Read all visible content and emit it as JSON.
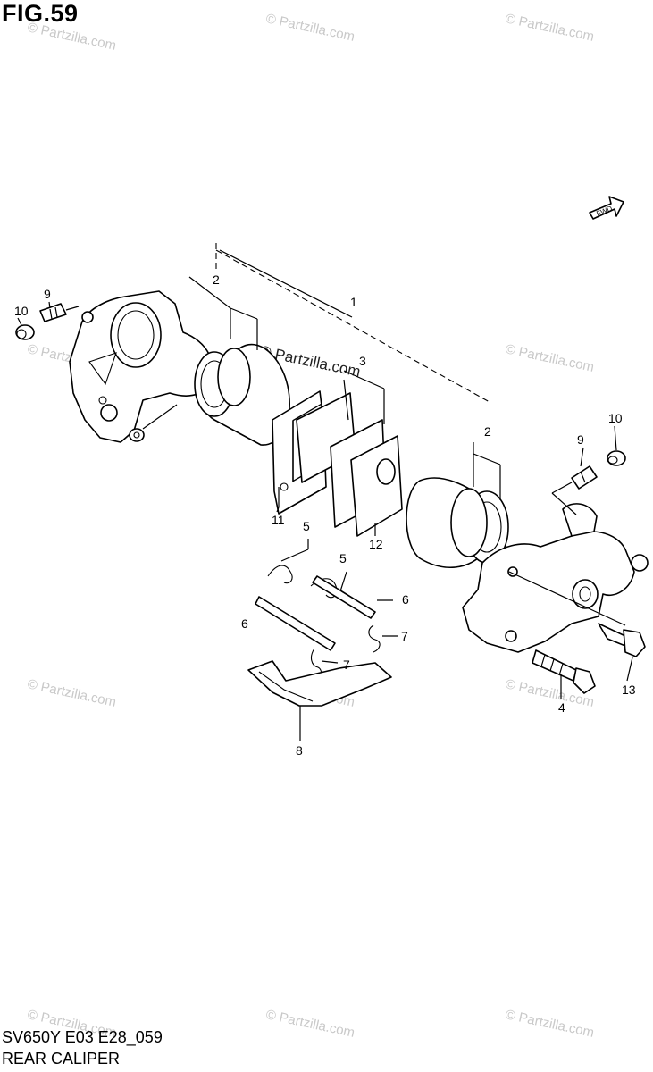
{
  "figure": {
    "title": "FIG.59",
    "code": "SV650Y E03 E28_059",
    "name": "REAR CALIPER"
  },
  "watermarks": {
    "light": "© Partzilla.com",
    "dark": "© Partzilla.com"
  },
  "front_indicator": "FWD",
  "callouts": [
    {
      "id": "c1",
      "label": "1"
    },
    {
      "id": "c2a",
      "label": "2"
    },
    {
      "id": "c2b",
      "label": "2"
    },
    {
      "id": "c3",
      "label": "3"
    },
    {
      "id": "c4",
      "label": "4"
    },
    {
      "id": "c5a",
      "label": "5"
    },
    {
      "id": "c5b",
      "label": "5"
    },
    {
      "id": "c6a",
      "label": "6"
    },
    {
      "id": "c6b",
      "label": "6"
    },
    {
      "id": "c7a",
      "label": "7"
    },
    {
      "id": "c7b",
      "label": "7"
    },
    {
      "id": "c8",
      "label": "8"
    },
    {
      "id": "c9a",
      "label": "9"
    },
    {
      "id": "c9b",
      "label": "9"
    },
    {
      "id": "c10a",
      "label": "10"
    },
    {
      "id": "c10b",
      "label": "10"
    },
    {
      "id": "c11",
      "label": "11"
    },
    {
      "id": "c12",
      "label": "12"
    },
    {
      "id": "c13",
      "label": "13"
    }
  ]
}
